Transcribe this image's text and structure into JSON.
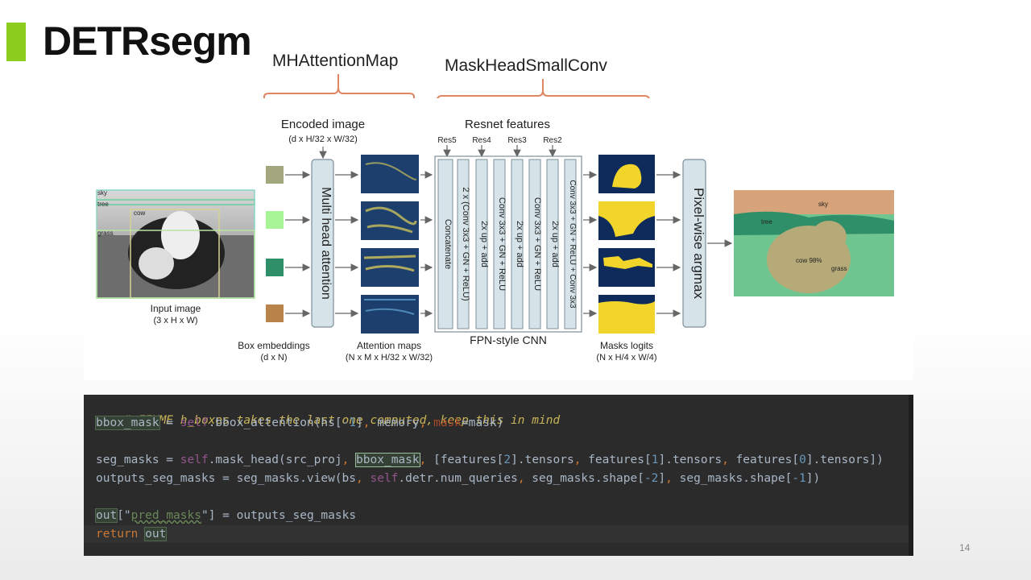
{
  "slide": {
    "title": "DETRsegm",
    "page_number": "14",
    "accent_color": "#8ccc1e"
  },
  "labels": {
    "left_bracket": "MHAttentionMap",
    "right_bracket": "MaskHeadSmallConv"
  },
  "figure": {
    "encoded_image": "Encoded image",
    "encoded_image_dims": "(d x H/32 x W/32)",
    "resnet_features": "Resnet features",
    "res_labels": [
      "Res5",
      "Res4",
      "Res3",
      "Res2"
    ],
    "input_image": "Input image",
    "input_image_dims": "(3 x H x W)",
    "input_tags": [
      "sky",
      "tree",
      "cow",
      "grass"
    ],
    "box_embeddings": "Box embeddings",
    "box_embeddings_dims": "(d x N)",
    "multi_head_attention": "Multi head attention",
    "attention_maps": "Attention maps",
    "attention_maps_dims": "(N x M x H/32 x W/32)",
    "fpn_blocks": [
      "Concatenate",
      "2 x (Conv 3x3 + GN + ReLU)",
      "2x up + add",
      "Conv 3x3 + GN + ReLU",
      "2x up + add",
      "Conv 3x3 + GN + ReLU",
      "2x up + add",
      "Conv 3x3 + GN + ReLU + Conv 3x3"
    ],
    "fpn_caption": "FPN-style CNN",
    "masks_logits": "Masks logits",
    "masks_logits_dims": "(N x H/4 x W/4)",
    "pixel_wise_argmax": "Pixel-wise argmax",
    "output_tags": [
      "sky",
      "tree",
      "cow 98%",
      "grass"
    ],
    "embedding_colors": [
      "#a3a77e",
      "#a8f598",
      "#2e8f68",
      "#b8844a"
    ]
  },
  "code": {
    "line1_comment": "# FIXME h_boxes takes the last one computed, keep this in mind",
    "bbox_mask": "bbox_mask",
    "eq": " = ",
    "self": "self",
    "bbox_attention_call": ".bbox_attention(hs[",
    "minus_one": "-1",
    "close_bracket": "]",
    "comma": ",",
    "memory": " memory",
    "mask_kw": " mask",
    "mask_value": "=mask)",
    "seg_masks": "seg_masks",
    "mask_head_call": ".mask_head(src_proj",
    "features_open": " [features[",
    "two": "2",
    "tensors1": "].tensors",
    "features_mid": " features[",
    "one": "1",
    "zero": "0",
    "tensors_end": "].tensors])",
    "outputs_seg_masks": "outputs_seg_masks",
    "view_call": " = seg_masks.view(bs",
    "detr_num_queries": ".detr.num_queries",
    "shape_open": " seg_masks.shape[",
    "minus_two": "-2",
    "shape_close": "]",
    "shape_open2": " seg_masks.shape[",
    "shape_end": "])",
    "out": "out",
    "open_str": "[\"",
    "pred_masks": "pred_masks",
    "close_str": "\"]",
    "assign_outputs": " = outputs_seg_masks",
    "return_kw": "return",
    "out_return": "out",
    "comma_space": ", "
  }
}
